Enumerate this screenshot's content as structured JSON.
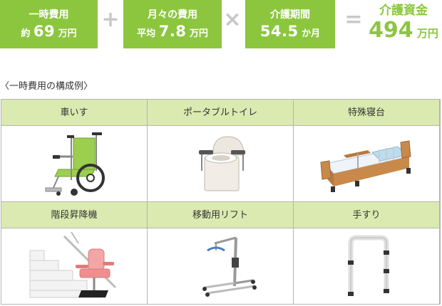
{
  "formula": {
    "one_time": {
      "label": "一時費用",
      "prefix": "約",
      "value": "69",
      "unit": "万円"
    },
    "plus": "+",
    "monthly": {
      "label": "月々の費用",
      "prefix": "平均",
      "value": "7.8",
      "unit": "万円"
    },
    "times": "×",
    "period": {
      "label": "介護期間",
      "value": "54.5",
      "unit": "か月"
    },
    "equals": "=",
    "total": {
      "label": "介護資金",
      "value": "494",
      "unit": "万円"
    }
  },
  "subtitle": "〈一時費用の構成例〉",
  "items": [
    {
      "label": "車いす",
      "icon": "wheelchair-icon"
    },
    {
      "label": "ポータブルトイレ",
      "icon": "portable-toilet-icon"
    },
    {
      "label": "特殊寝台",
      "icon": "care-bed-icon"
    },
    {
      "label": "階段昇降機",
      "icon": "stair-lift-icon"
    },
    {
      "label": "移動用リフト",
      "icon": "patient-lift-icon"
    },
    {
      "label": "手すり",
      "icon": "handrail-icon"
    }
  ],
  "colors": {
    "accent": "#8cc63f",
    "header_bg": "#dbeab0",
    "border": "#b5b5b5",
    "operator": "#c8c8c8"
  }
}
